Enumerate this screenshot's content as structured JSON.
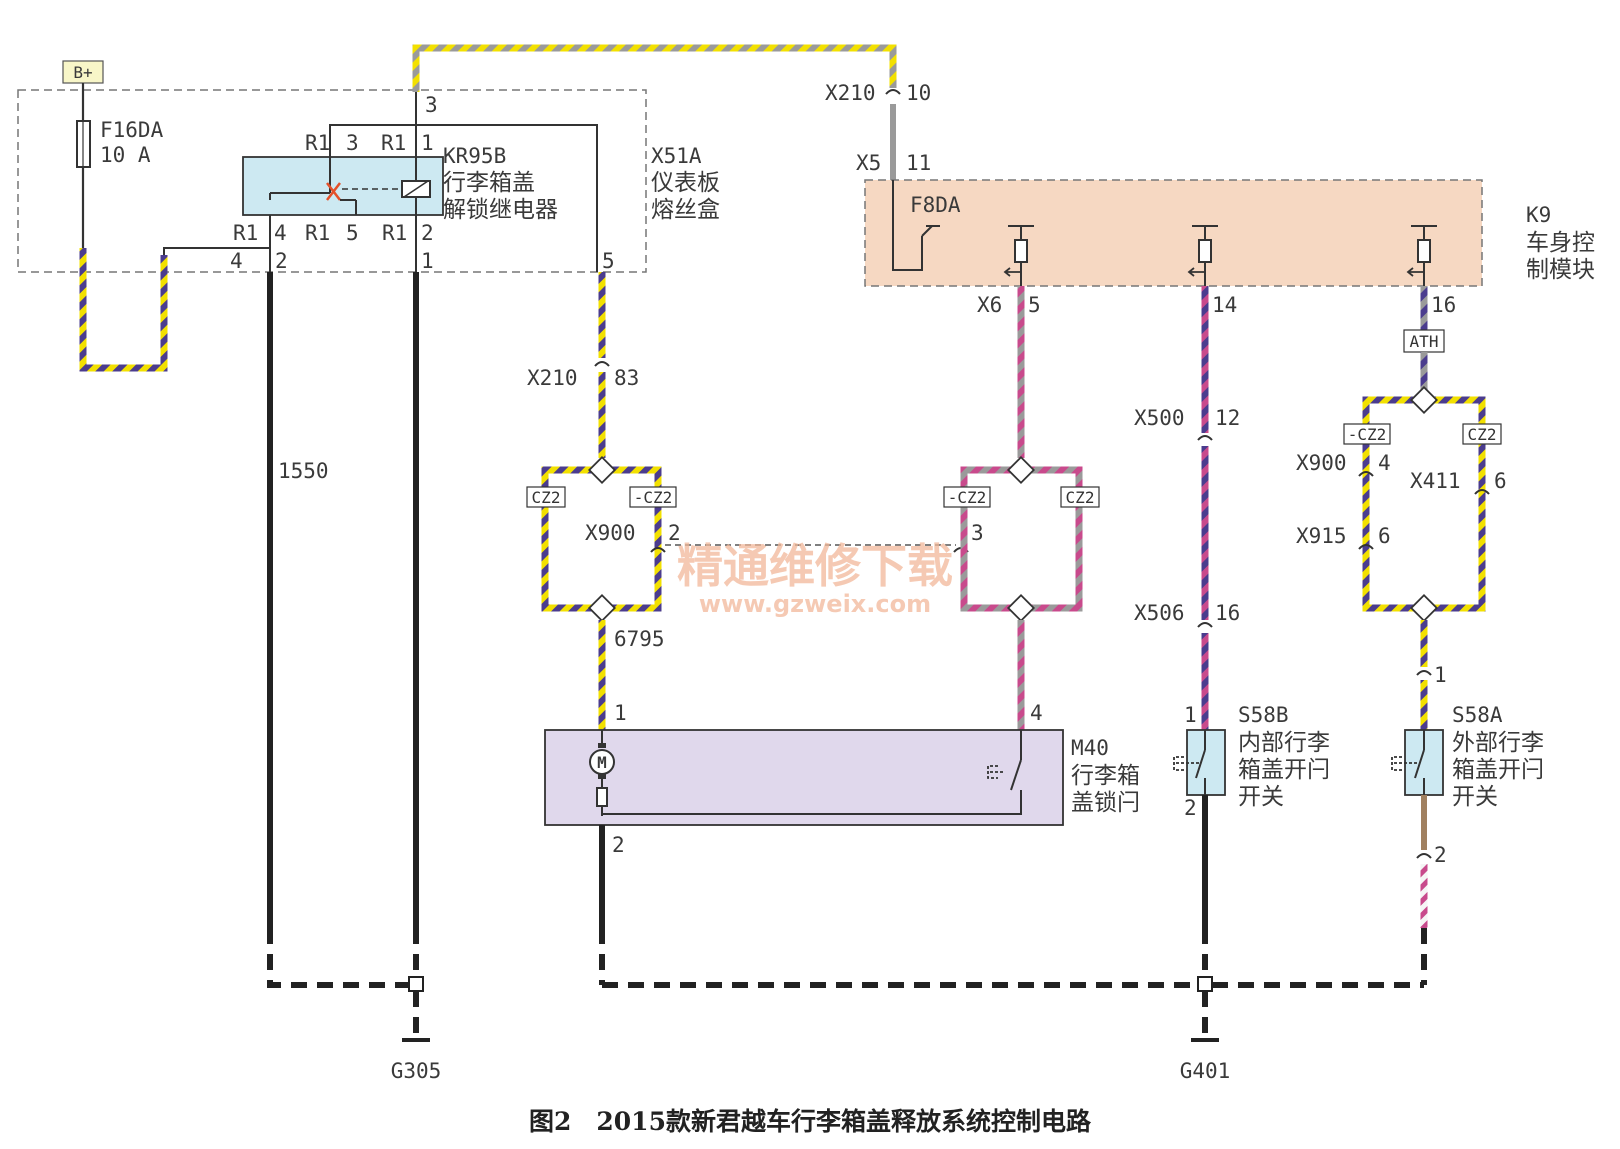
{
  "power": {
    "label": "B+"
  },
  "fuse_block": {
    "id": "X51A",
    "line1": "仪表板",
    "line2": "熔丝盒"
  },
  "fuse": {
    "id": "F16DA",
    "rating": "10 A"
  },
  "relay": {
    "id": "KR95B",
    "line1": "行李箱盖",
    "line2": "解锁继电器",
    "pins": {
      "r1a": "R1",
      "p3": "3",
      "r1b": "R1",
      "p1": "1",
      "r1c": "R1",
      "p4": "4",
      "r1d": "R1",
      "p5": "5",
      "r1e": "R1",
      "p2": "2"
    }
  },
  "box_pins": {
    "top3": "3",
    "b4": "4",
    "b2": "2",
    "b1": "1",
    "b5": "5"
  },
  "bcm": {
    "id": "K9",
    "line1": "车身控",
    "line2": "制模块",
    "fuse": "F8DA",
    "conn_top": "X5",
    "pin_top": "11",
    "conn_bottom": "X6",
    "p5": "5",
    "p14": "14",
    "p16": "16"
  },
  "connectors": {
    "x210_top": "X210",
    "x210_top_pin": "10",
    "x210_mid": "X210",
    "x210_mid_pin": "83",
    "x900_left": "X900",
    "x900_left_pin": "2",
    "x900_right_pin": "3",
    "x500": "X500",
    "x500_pin": "12",
    "x506": "X506",
    "x506_pin": "16",
    "x900_r": "X900",
    "x900_r_pin": "4",
    "x411": "X411",
    "x411_pin": "6",
    "x915": "X915",
    "x915_pin": "6"
  },
  "tags": {
    "cz2a": "CZ2",
    "ncz2a": "-CZ2",
    "ncz2b": "-CZ2",
    "cz2b": "CZ2",
    "ath": "ATH",
    "ncz2c": "-CZ2",
    "cz2c": "CZ2"
  },
  "circuits": {
    "c1550": "1550",
    "c6795": "6795"
  },
  "motor": {
    "id": "M40",
    "line1": "行李箱",
    "line2": "盖锁闩",
    "pin1": "1",
    "pin2": "2",
    "pin4": "4",
    "symbol": "M"
  },
  "s58b": {
    "id": "S58B",
    "line1": "内部行李",
    "line2": "箱盖开闩",
    "line3": "开关",
    "pin1": "1",
    "pin2": "2"
  },
  "s58a": {
    "id": "S58A",
    "line1": "外部行李",
    "line2": "箱盖开闩",
    "line3": "开关",
    "pin1": "1",
    "pin2": "2"
  },
  "grounds": {
    "g305": "G305",
    "g401": "G401"
  },
  "watermark": {
    "cn": "精通维修下载",
    "url": "www.gzweix.com"
  },
  "caption": "图2　2015款新君越车行李箱盖释放系统控制电路",
  "colors": {
    "yellow": "#f2e000",
    "violet": "#4b3c8e",
    "pink": "#c84a8c",
    "gray": "#9a9a9a",
    "brown": "#a08060",
    "black": "#222222"
  }
}
